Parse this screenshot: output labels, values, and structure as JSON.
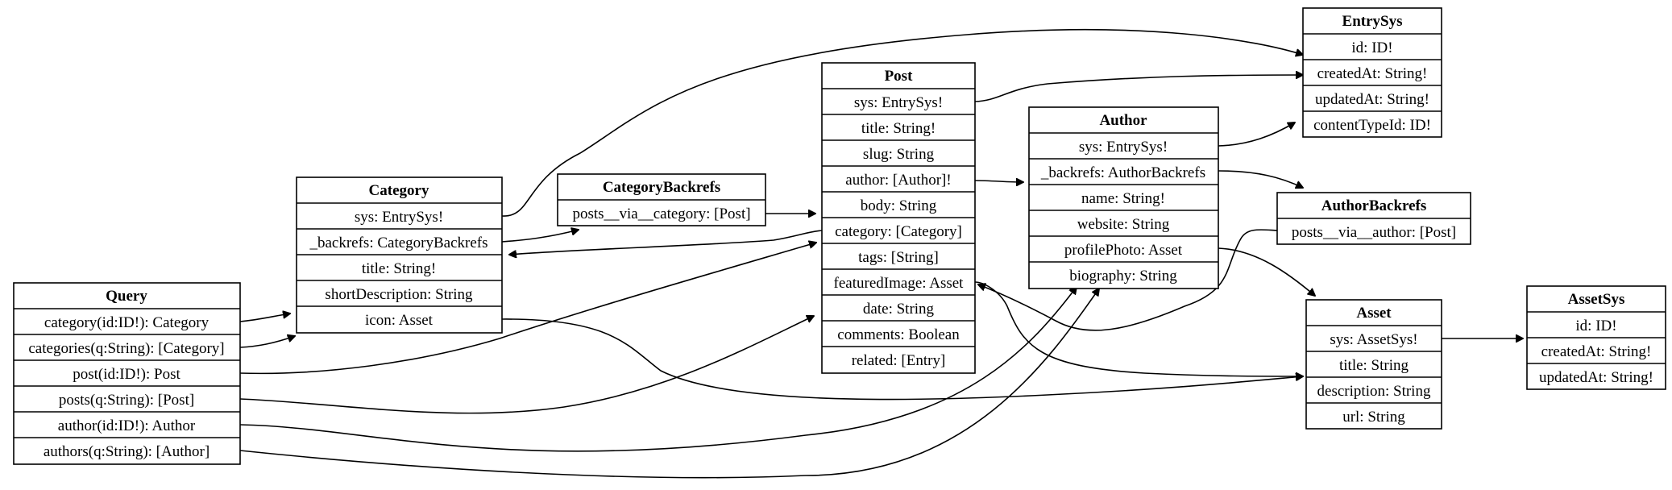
{
  "nodes": [
    {
      "id": "query",
      "title": "Query",
      "fields": [
        "category(id:ID!): Category",
        "categories(q:String): [Category]",
        "post(id:ID!): Post",
        "posts(q:String): [Post]",
        "author(id:ID!): Author",
        "authors(q:String): [Author]"
      ]
    },
    {
      "id": "category",
      "title": "Category",
      "fields": [
        "sys: EntrySys!",
        "_backrefs: CategoryBackrefs",
        "title: String!",
        "shortDescription: String",
        "icon: Asset"
      ]
    },
    {
      "id": "category-backrefs",
      "title": "CategoryBackrefs",
      "fields": [
        "posts__via__category: [Post]"
      ]
    },
    {
      "id": "post",
      "title": "Post",
      "fields": [
        "sys: EntrySys!",
        "title: String!",
        "slug: String",
        "author: [Author]!",
        "body: String",
        "category: [Category]",
        "tags: [String]",
        "featuredImage: Asset",
        "date: String",
        "comments: Boolean",
        "related: [Entry]"
      ]
    },
    {
      "id": "author",
      "title": "Author",
      "fields": [
        "sys: EntrySys!",
        "_backrefs: AuthorBackrefs",
        "name: String!",
        "website: String",
        "profilePhoto: Asset",
        "biography: String"
      ]
    },
    {
      "id": "entry-sys",
      "title": "EntrySys",
      "fields": [
        "id: ID!",
        "createdAt: String!",
        "updatedAt: String!",
        "contentTypeId: ID!"
      ]
    },
    {
      "id": "author-backrefs",
      "title": "AuthorBackrefs",
      "fields": [
        "posts__via__author: [Post]"
      ]
    },
    {
      "id": "asset",
      "title": "Asset",
      "fields": [
        "sys: AssetSys!",
        "title: String",
        "description: String",
        "url: String"
      ]
    },
    {
      "id": "asset-sys",
      "title": "AssetSys",
      "fields": [
        "id: ID!",
        "createdAt: String!",
        "updatedAt: String!"
      ]
    }
  ]
}
